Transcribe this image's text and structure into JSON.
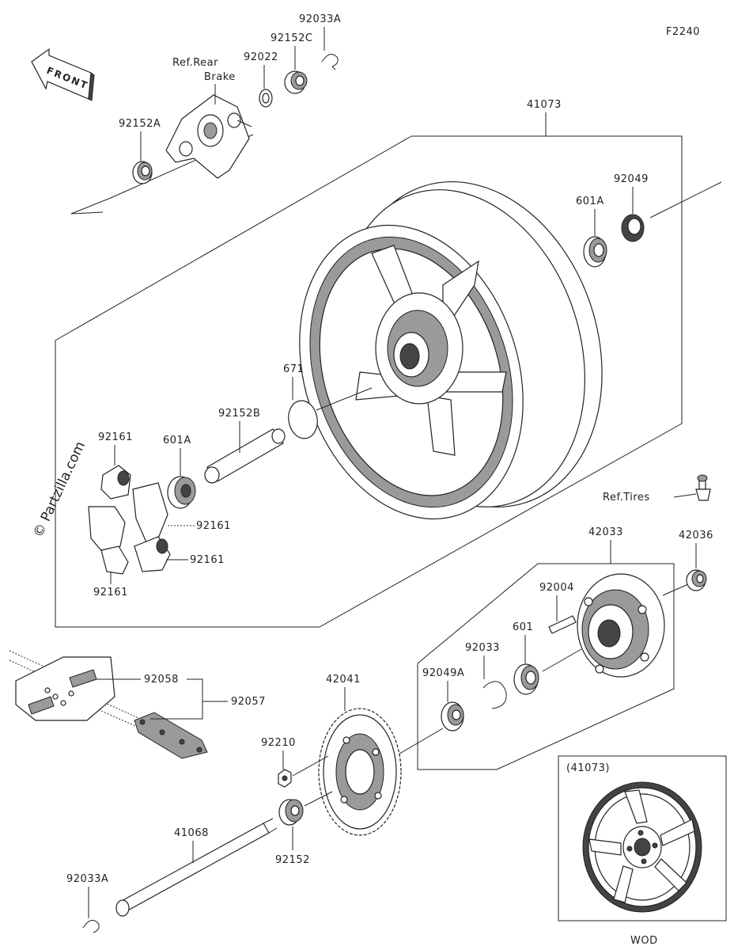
{
  "figure_code": "F2240",
  "watermark": "© Partzilla.com",
  "front_arrow": "FRONT",
  "ref_rear_brake": [
    "Ref.Rear",
    "Brake"
  ],
  "ref_tires": "Ref.Tires",
  "inset": {
    "title": "(41073)",
    "caption": "WOD"
  },
  "parts": {
    "p41073": "41073",
    "p92033A_top": "92033A",
    "p92152C": "92152C",
    "p92022": "92022",
    "p92152A": "92152A",
    "p92049": "92049",
    "p601A_right": "601A",
    "p671": "671",
    "p92152B": "92152B",
    "p601A_left": "601A",
    "p92161_a": "92161",
    "p92161_b": "92161",
    "p92161_c": "92161",
    "p92161_d": "92161",
    "p42033": "42033",
    "p42036": "42036",
    "p92004": "92004",
    "p601": "601",
    "p92033": "92033",
    "p92049A": "92049A",
    "p42041": "42041",
    "p92058": "92058",
    "p92057": "92057",
    "p92210": "92210",
    "p41068": "41068",
    "p92152": "92152",
    "p92033A_bottom": "92033A"
  }
}
